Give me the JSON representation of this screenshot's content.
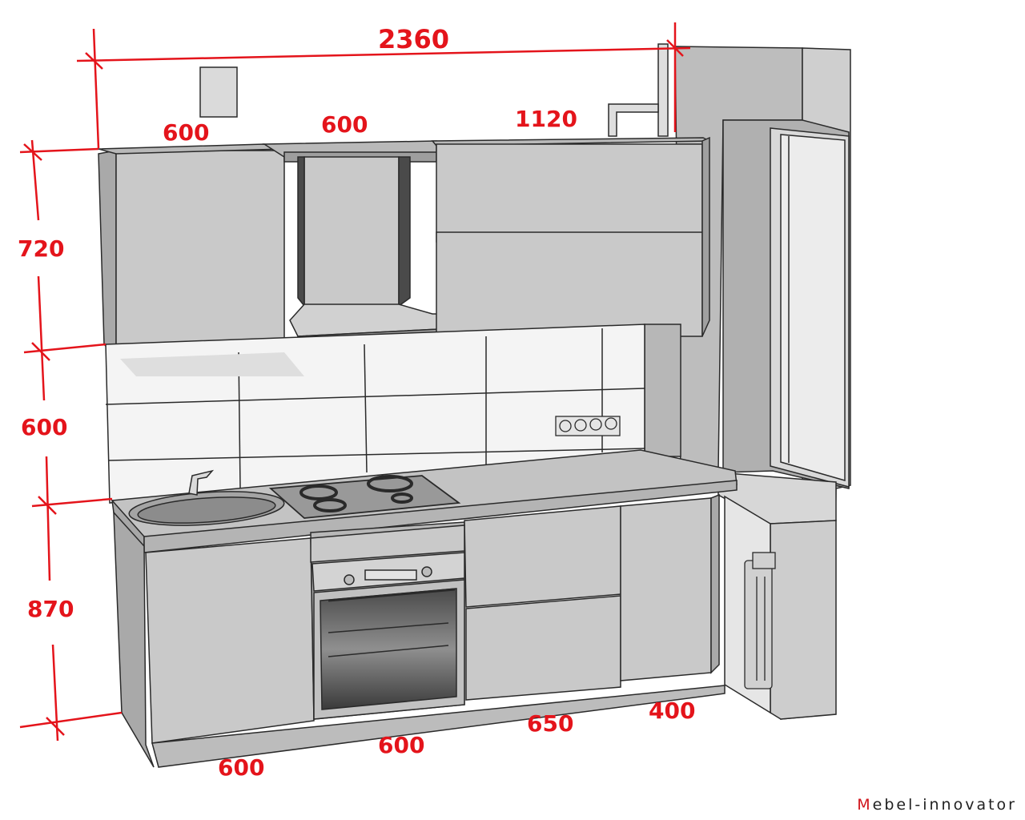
{
  "dimensions": {
    "total_width": "2360",
    "upper_cabinet_left": "600",
    "hood_cabinet": "600",
    "upper_cabinet_right": "1120",
    "upper_height": "720",
    "backsplash_height": "600",
    "base_height": "870",
    "base_sink_cabinet": "600",
    "base_oven_cabinet": "600",
    "base_drawer_cabinet": "650",
    "base_end_cabinet": "400"
  },
  "brand": {
    "first_letter": "M",
    "rest": "ebel-innovator"
  },
  "colors": {
    "dimension": "#e4141b",
    "cabinet": "#c9c9c9",
    "outline": "#2a2a2a",
    "tile": "#f4f4f4"
  }
}
